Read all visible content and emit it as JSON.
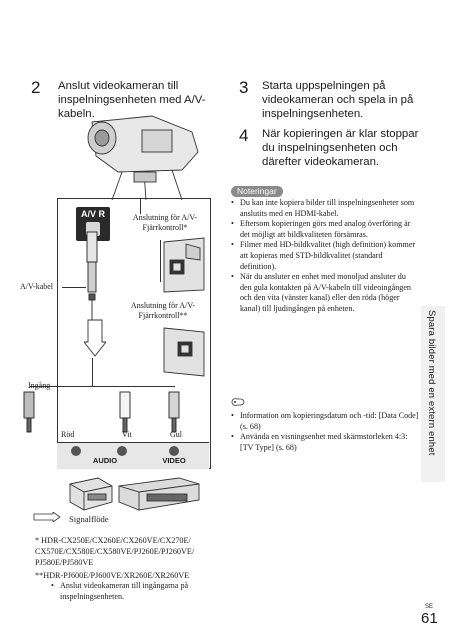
{
  "steps": [
    {
      "number": "2",
      "text": "Anslut videokameran till inspelningsenheten med A/V-kabeln."
    },
    {
      "number": "3",
      "text": "Starta uppspelningen på videokameran och spela in på inspelningsenheten."
    },
    {
      "number": "4",
      "text": "När kopieringen är klar stoppar du inspelningsenheten och därefter videokameran."
    }
  ],
  "diagram": {
    "av_r_label": "A/V R",
    "av_kabel_label": "A/V-kabel",
    "anslutning_1": "Anslutning för A/V-Fjärrkontroll*",
    "anslutning_2": "Anslutning för A/V-Fjärrkontroll**",
    "ingang_label": "Ingång",
    "plugs": [
      {
        "label": "Röd"
      },
      {
        "label": "Vit"
      },
      {
        "label": "Gul"
      }
    ],
    "audio_label": "AUDIO",
    "video_label": "VIDEO",
    "legend_label": "Signalflöde"
  },
  "notes": {
    "badge": "Noteringar",
    "items": [
      "Du kan inte kopiera bilder till inspelningsenheter som anslutits med en HDMI-kabel.",
      "Eftersom kopieringen görs med analog överföring är det möjligt att bildkvaliteten försämras.",
      "Filmer med HD-bildkvalitet (high definition) kommer att kopieras med STD-bildkvalitet (standard definition).",
      "När du ansluter en enhet med monoljud ansluter du den gula kontakten på A/V-kabeln till videoingången och den vita (vänster kanal) eller den röda (höger kanal) till ljudingången på enheten."
    ],
    "tips": [
      "Information om kopieringsdatum och -tid: [Data Code] (s. 68)",
      "Använda en visningsenhet med skärmstorleken 4:3: [TV Type] (s. 68)"
    ]
  },
  "footnotes": {
    "single": "*  HDR-CX250E/CX260E/CX260VE/CX270E/ CX570E/CX580E/CX580VE/PJ260E/PJ260VE/ PJ580E/PJ580VE",
    "double": "**HDR-PJ600E/PJ600VE/XR260E/XR260VE",
    "bullet": "Anslut videokameran till ingångarna på inspelningsenheten."
  },
  "sidebar": {
    "text": "Spara bilder med en extern enhet"
  },
  "page": {
    "marker": "SE",
    "number": "61"
  },
  "icons": {
    "tip": "tip-icon",
    "legend": "signal-flow-icon"
  },
  "colors": {
    "badge": "#8a8a8a",
    "sidebar": "#f1f1f1",
    "text": "#1a1a1a"
  }
}
